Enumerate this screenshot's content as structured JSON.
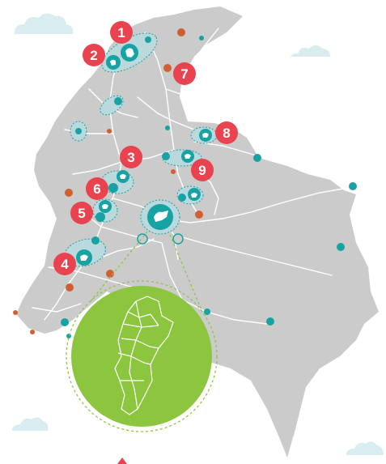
{
  "colors": {
    "land": "#cbcbcb",
    "roads": "#ffffff",
    "teal": "#17a2a4",
    "orange": "#d05f32",
    "marker_red": "#e8434f",
    "green": "#8cc63f",
    "cloud": "#d9ecf0"
  },
  "markers": [
    {
      "label": "1"
    },
    {
      "label": "2"
    },
    {
      "label": "3"
    },
    {
      "label": "4"
    },
    {
      "label": "5"
    },
    {
      "label": "6"
    },
    {
      "label": "7"
    },
    {
      "label": "8"
    },
    {
      "label": "9"
    }
  ],
  "icons": [
    "cloud-icon",
    "animal-silhouette-icon",
    "city-outline-icon"
  ]
}
